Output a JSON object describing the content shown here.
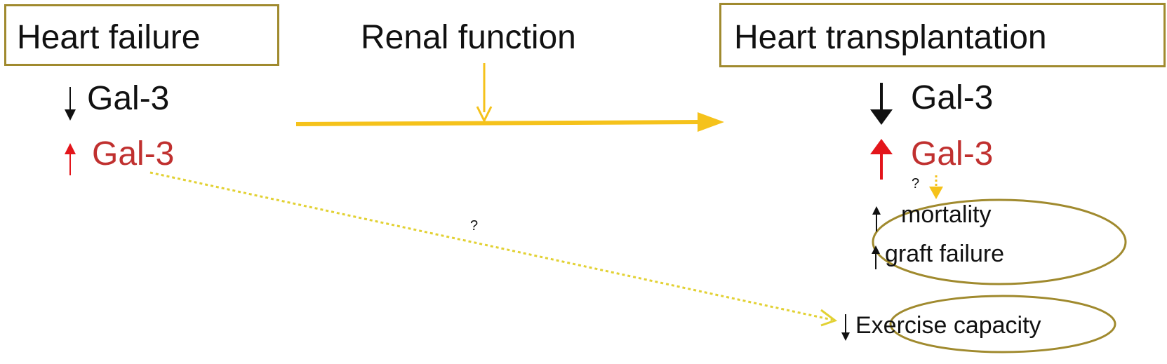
{
  "nodes": {
    "heart_failure": "Heart failure",
    "renal_function": "Renal function",
    "heart_transplantation": "Heart transplantation",
    "hf_gal3_down": "Gal-3",
    "hf_gal3_up": "Gal-3",
    "ht_gal3_down": "Gal-3",
    "ht_gal3_up": "Gal-3",
    "mortality": "mortality",
    "graft_failure": "graft failure",
    "exercise_capacity": "Exercise capacity"
  },
  "edge_labels": {
    "hf_to_exercise": "?",
    "ht_gal3_to_outcomes": "?"
  },
  "colors": {
    "box_border": "#a08a2e",
    "main_arrow": "#f5c21b",
    "dotted_arrow": "#e2d133",
    "gal3_up": "#c0302f",
    "arrow_red": "#e3151b",
    "ellipse_border": "#a08a2e"
  }
}
